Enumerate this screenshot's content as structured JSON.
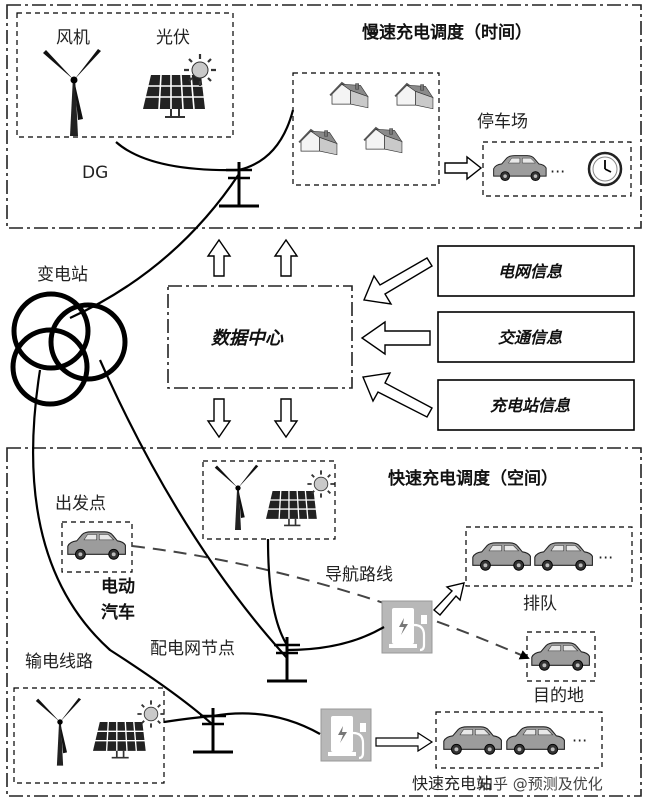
{
  "labels": {
    "wind": "风机",
    "pv": "光伏",
    "dg": "DG",
    "slow_title": "慢速充电调度（时间）",
    "parking": "停车场",
    "ellipsis_parking": "···",
    "substation": "变电站",
    "data_center": "数据中心",
    "info_grid": "电网信息",
    "info_traffic": "交通信息",
    "info_station": "充电站信息",
    "fast_title": "快速充电调度（空间）",
    "origin": "出发点",
    "ev_line1": "电动",
    "ev_line2": "汽车",
    "nav_route": "导航路线",
    "queue": "排队",
    "destination": "目的地",
    "dist_node": "配电网节点",
    "transmission": "输电线路",
    "fast_station": "快速充电站",
    "watermark": "知乎 @预测及优化",
    "ellipsis_queue": "···",
    "ellipsis_bottom": "···"
  },
  "colors": {
    "line": "#000000",
    "text": "#222222",
    "panel_gray": "#9a9a9a",
    "station_gray": "#b8b8b8"
  },
  "icons": [
    "wind-turbine-icon",
    "solar-panel-icon",
    "sun-icon",
    "house-icon",
    "car-icon",
    "clock-icon",
    "charging-station-icon",
    "transformer-icon",
    "utility-pole-icon",
    "hollow-arrow-icon"
  ]
}
